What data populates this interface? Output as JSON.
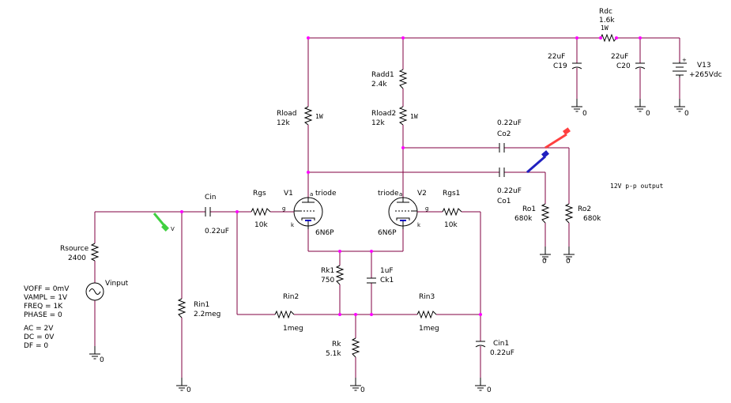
{
  "colors": {
    "wire": "#800040",
    "component": "#000000",
    "junction": "#ff00ff",
    "tube": "#0000c0",
    "probe_red": "#ff4040",
    "probe_blue": "#2020c0",
    "probe_green": "#40d040"
  },
  "labels": {
    "rdc_name": "Rdc",
    "rdc_val": "1.6k",
    "rdc_pwr": "1W",
    "c19_val": "22uF",
    "c19_name": "C19",
    "c20_val": "22uF",
    "c20_name": "C20",
    "v13_name": "V13",
    "v13_val": "+265Vdc",
    "radd1_name": "Radd1",
    "radd1_val": "2.4k",
    "rload_name": "Rload",
    "rload_val": "12k",
    "rload_pwr": "1W",
    "rload2_name": "Rload2",
    "rload2_val": "12k",
    "rload2_pwr": "1W",
    "co2_val": "0.22uF",
    "co2_name": "Co2",
    "co1_val": "0.22uF",
    "co1_name": "Co1",
    "output_note": "12V p-p output",
    "ro1_name": "Ro1",
    "ro1_val": "680k",
    "ro2_name": "Ro2",
    "ro2_val": "680k",
    "cin_name": "Cin",
    "cin_val": "0.22uF",
    "rgs_name": "Rgs",
    "rgs_val": "10k",
    "v1_name": "V1",
    "v1_type": "triode",
    "v1_model": "6N6P",
    "v2_name": "V2",
    "v2_type": "triode",
    "v2_model": "6N6P",
    "rgs1_name": "Rgs1",
    "rgs1_val": "10k",
    "rsource_name": "Rsource",
    "rsource_val": "2400",
    "vinput_name": "Vinput",
    "voff": "VOFF = 0mV",
    "vampl": "VAMPL = 1V",
    "freq": "FREQ = 1K",
    "phase": "PHASE = 0",
    "ac": "AC = 2V",
    "dc": "DC = 0V",
    "df": "DF = 0",
    "rin1_name": "Rin1",
    "rin1_val": "2.2meg",
    "rk1_name": "Rk1",
    "rk1_val": "750",
    "ck1_val": "1uF",
    "ck1_name": "Ck1",
    "rin2_name": "Rin2",
    "rin2_val": "1meg",
    "rin3_name": "Rin3",
    "rin3_val": "1meg",
    "rk_name": "Rk",
    "rk_val": "5.1k",
    "cin1_name": "Cin1",
    "cin1_val": "0.22uF",
    "ground": "0",
    "pin_g": "g",
    "pin_k": "k",
    "pin_a": "a",
    "probe_v": "V"
  }
}
